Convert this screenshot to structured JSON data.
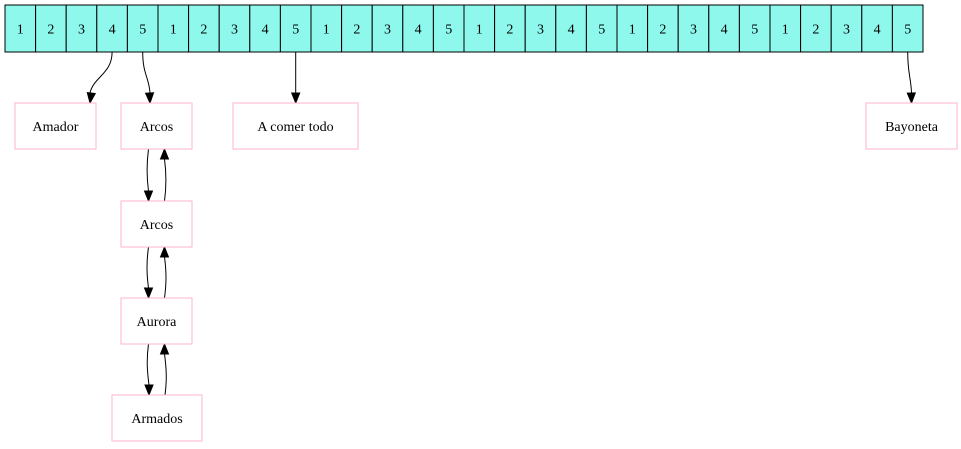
{
  "colors": {
    "cell_fill": "#8ef8ec",
    "cell_stroke": "#000000",
    "node_border": "#ffb6c8",
    "edge": "#000000",
    "background": "#ffffff"
  },
  "array": {
    "cells": [
      "1",
      "2",
      "3",
      "4",
      "5",
      "1",
      "2",
      "3",
      "4",
      "5",
      "1",
      "2",
      "3",
      "4",
      "5",
      "1",
      "2",
      "3",
      "4",
      "5",
      "1",
      "2",
      "3",
      "4",
      "5",
      "1",
      "2",
      "3",
      "4",
      "5"
    ]
  },
  "nodes": [
    {
      "id": "amador",
      "label": "Amador"
    },
    {
      "id": "arcos-1",
      "label": "Arcos"
    },
    {
      "id": "a-comer-todo",
      "label": "A comer todo"
    },
    {
      "id": "bayoneta",
      "label": "Bayoneta"
    },
    {
      "id": "arcos-2",
      "label": "Arcos"
    },
    {
      "id": "aurora",
      "label": "Aurora"
    },
    {
      "id": "armados",
      "label": "Armados"
    }
  ],
  "edges": [
    {
      "from": "cell-3",
      "to": "amador"
    },
    {
      "from": "cell-4",
      "to": "arcos-1"
    },
    {
      "from": "cell-9",
      "to": "a-comer-todo"
    },
    {
      "from": "cell-29",
      "to": "bayoneta"
    },
    {
      "from": "arcos-1",
      "to": "arcos-2"
    },
    {
      "from": "arcos-2",
      "to": "arcos-1"
    },
    {
      "from": "arcos-2",
      "to": "aurora"
    },
    {
      "from": "aurora",
      "to": "arcos-2"
    },
    {
      "from": "aurora",
      "to": "armados"
    },
    {
      "from": "armados",
      "to": "aurora"
    }
  ]
}
